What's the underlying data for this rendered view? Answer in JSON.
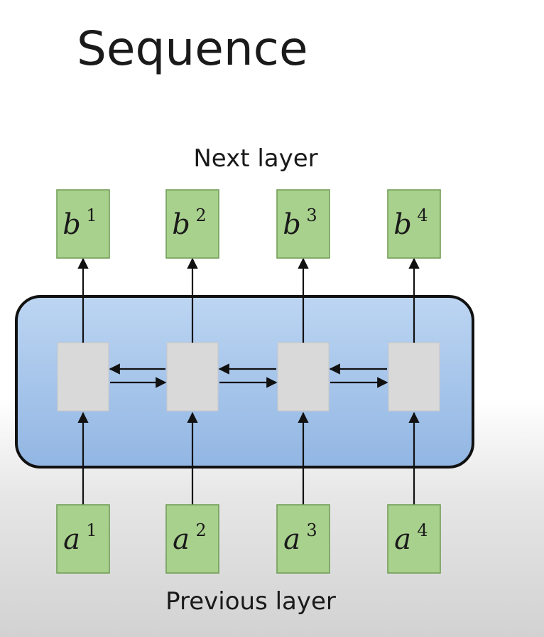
{
  "title": "Sequence",
  "top_label": "Next layer",
  "bottom_label": "Previous layer",
  "outputs": [
    {
      "base": "b",
      "sup": "1"
    },
    {
      "base": "b",
      "sup": "2"
    },
    {
      "base": "b",
      "sup": "3"
    },
    {
      "base": "b",
      "sup": "4"
    }
  ],
  "inputs": [
    {
      "base": "a",
      "sup": "1"
    },
    {
      "base": "a",
      "sup": "2"
    },
    {
      "base": "a",
      "sup": "3"
    },
    {
      "base": "a",
      "sup": "4"
    }
  ],
  "colors": {
    "vector_box_fill": "#a9d18e",
    "vector_box_stroke": "#6d9a52",
    "layer_fill": "#a6c6eb",
    "layer_stroke": "#111111",
    "cell_fill": "#d9d9d9",
    "arrow": "#111111"
  }
}
